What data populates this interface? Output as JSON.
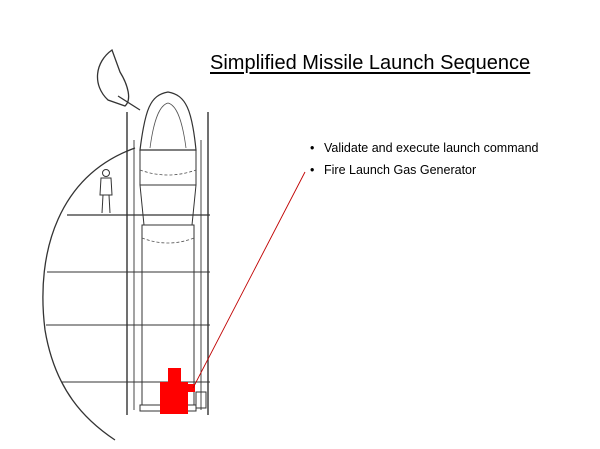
{
  "slide": {
    "title": "Simplified Missile Launch Sequence",
    "bullets": [
      "Validate and execute launch command",
      "Fire Launch Gas Generator"
    ]
  },
  "colors": {
    "highlight": "#ff0000",
    "line": "#333333",
    "background": "#ffffff"
  }
}
